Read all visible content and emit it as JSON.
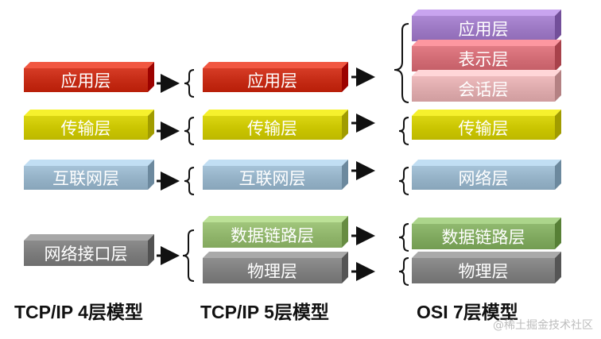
{
  "colors": {
    "app": "#c42a14",
    "trans": "#c9c400",
    "net": "#94b1c6",
    "link4": "#7a7a7a",
    "link5": "#8fb46a",
    "phys": "#7d7d7d",
    "app7": "#9b77c2",
    "pres": "#d06a73",
    "sess": "#dca9ab",
    "osilink": "#7fa85e"
  },
  "models": {
    "tcp4": {
      "caption": "TCP/IP  4层模型",
      "layers": [
        "应用层",
        "传输层",
        "互联网层",
        "网络接口层"
      ]
    },
    "tcp5": {
      "caption": "TCP/IP 5层模型",
      "layers": [
        "应用层",
        "传输层",
        "互联网层",
        "数据链路层",
        "物理层"
      ]
    },
    "osi": {
      "caption": "OSI  7层模型",
      "layers": [
        "应用层",
        "表示层",
        "会话层",
        "传输层",
        "网络层",
        "数据链路层",
        "物理层"
      ]
    }
  },
  "watermark": "@稀土掘金技术社区"
}
